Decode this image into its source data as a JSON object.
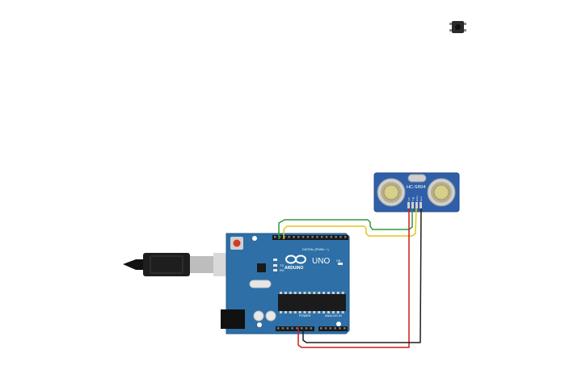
{
  "toolbar": {
    "component_button_icon": "pushbutton-icon"
  },
  "board": {
    "logo_text": "ARDUINO",
    "model": "UNO",
    "digital_header": "DIGITAL (PWM= ~)",
    "power_header": "POWER",
    "analog_header": "ANALOG IN",
    "led_labels": [
      "TX",
      "RX"
    ],
    "on_label": "ON",
    "board_color": "#2d6fa6"
  },
  "sensor": {
    "model": "HC-SR04",
    "pins": [
      "Vcc",
      "Trig",
      "Echo",
      "Gnd"
    ],
    "board_color": "#2f5fa8"
  },
  "wires": {
    "trig_color": "#2e9c3a",
    "echo_color": "#e5c41c",
    "vcc_color": "#d11a1a",
    "gnd_color": "#1e1e1e"
  },
  "cable": {
    "type": "USB"
  }
}
